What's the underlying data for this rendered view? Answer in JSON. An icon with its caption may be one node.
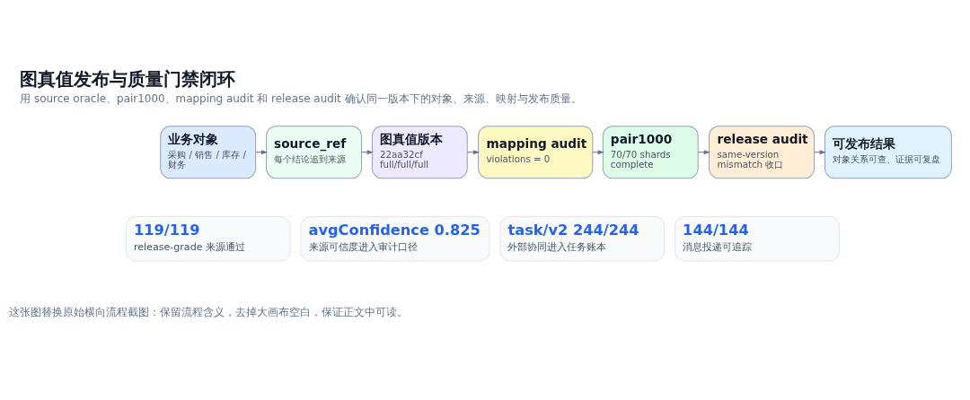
{
  "diagram": {
    "title": "图真值发布与质量门禁闭环",
    "caption": "用 source oracle、pair1000、mapping audit 和 release audit 确认同一版本下的对象、来源、映射与发布质量。",
    "nodes": [
      {
        "text": [
          "业务对象",
          "采购 / 销售 / 库存 / 财务"
        ]
      },
      {
        "text": [
          "source_ref",
          "每个结论追到来源"
        ]
      },
      {
        "text": [
          "图真值版本",
          "22aa32cf full/full/full"
        ]
      },
      {
        "text": [
          "mapping audit",
          "violations = 0"
        ]
      },
      {
        "text": [
          "pair1000",
          "70/70 shards complete"
        ]
      },
      {
        "text": [
          "release audit",
          "same-version mismatch 收口"
        ]
      },
      {
        "text": [
          "可发布结果",
          "对象关系可查、证据可复盘"
        ]
      },
      {
        "text": [
          "119/119",
          "release-grade 来源通过"
        ]
      },
      {
        "text": [
          "avgConfidence 0.825",
          "来源可信度进入审计口径"
        ]
      },
      {
        "text": [
          "task/v2 244/244",
          "外部协同进入任务账本"
        ]
      },
      {
        "text": [
          "144/144",
          "消息投递可追踪"
        ]
      }
    ],
    "edges": [
      {
        "from": 0,
        "to": 1,
        "arrow": "to"
      },
      {
        "from": 1,
        "to": 2,
        "arrow": "to"
      },
      {
        "from": 2,
        "to": 3,
        "arrow": "to"
      },
      {
        "from": 3,
        "to": 4,
        "arrow": "to"
      },
      {
        "from": 4,
        "to": 5,
        "arrow": "to"
      },
      {
        "from": 5,
        "to": 6,
        "arrow": "to"
      }
    ],
    "labels": [
      "这张图替换原始横向流程截图：保留流程含义，去掉大画布空白，保证正文中可读。"
    ]
  }
}
